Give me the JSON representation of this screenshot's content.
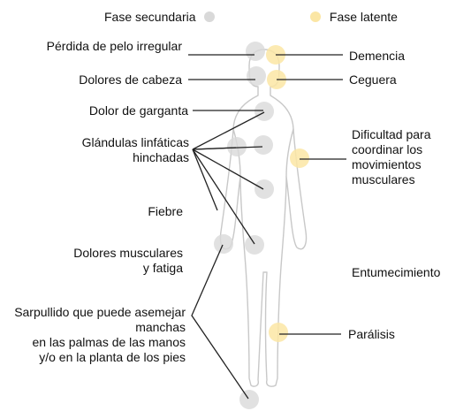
{
  "legend": {
    "secondary_label": "Fase secundaria",
    "latent_label": "Fase latente",
    "secondary_color": "#d9d9d9",
    "latent_color": "#fbe6a4"
  },
  "colors": {
    "line": "#222222",
    "body_outline": "#c8c8c8"
  },
  "labels": {
    "hair_loss": "Pérdida de pelo irregular",
    "headaches": "Dolores de cabeza",
    "sore_throat": "Dolor de garganta",
    "lymph_nodes": "Glándulas linfáticas\nhinchadas",
    "fever": "Fiebre",
    "muscle_aches": "Dolores musculares\ny fatiga",
    "rash": "Sarpullido que puede asemejar manchas\nen las palmas de las manos\ny/o en la planta de los pies",
    "dementia": "Demencia",
    "blindness": "Ceguera",
    "coordination": "Dificultad para\ncoordinar los\nmovimientos\nmusculares",
    "numbness": "Entumecimiento",
    "paralysis": "Parálisis"
  }
}
